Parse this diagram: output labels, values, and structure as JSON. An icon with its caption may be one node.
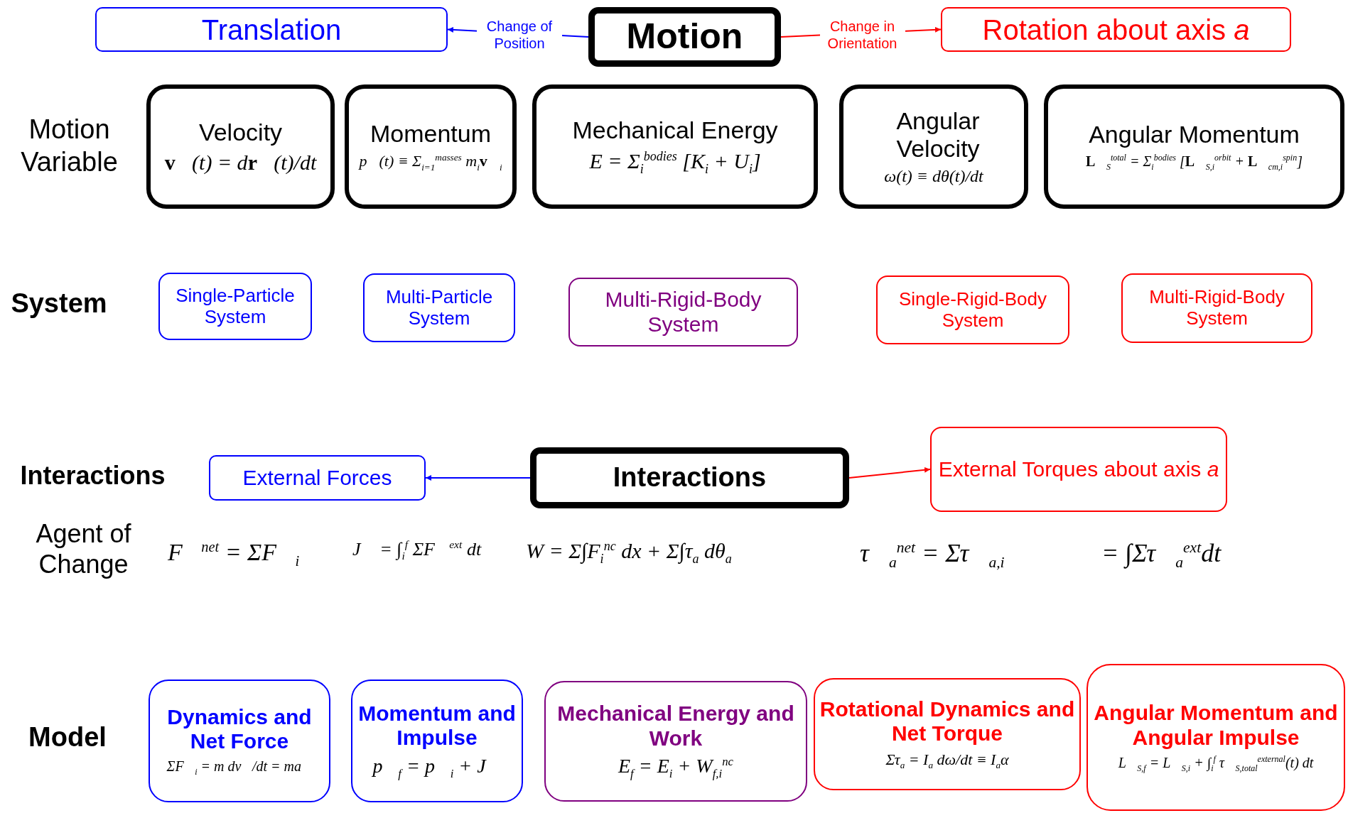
{
  "diagram": {
    "nodes": [
      {
        "text": [
          "Translation"
        ]
      },
      {
        "text": [
          "Motion"
        ]
      },
      {
        "text": [
          "Rotation about axis *a*"
        ]
      },
      {
        "text": [
          "Velocity",
          "**v⃗**(t) = d**r⃗**(t)/dt"
        ]
      },
      {
        "text": [
          "Momentum",
          "p⃗(t) ≡ Σ$_{i=1}$$^{masses}$ m$_{i}$**v⃗**$_{i}$"
        ]
      },
      {
        "text": [
          "Mechanical Energy",
          "E = Σ$_{i}$$^{bodies}$ [K$_{i}$ + U$_{i}$]"
        ]
      },
      {
        "text": [
          "Angular Velocity",
          "ω(t) ≡ dθ(t)/dt"
        ]
      },
      {
        "text": [
          "Angular Momentum",
          "**L⃗**$_{S}$$^{total}$ = Σ$_{i}$$^{bodies}$ [**L⃗**$_{S,i}$$^{orbit}$ + **L⃗**$_{cm,i}$$^{spin}$]"
        ]
      },
      {
        "text": [
          "Single-Particle System"
        ]
      },
      {
        "text": [
          "Multi-Particle System"
        ]
      },
      {
        "text": [
          "Multi-Rigid-Body System"
        ]
      },
      {
        "text": [
          "Single-Rigid-Body System"
        ]
      },
      {
        "text": [
          "Multi-Rigid-Body System"
        ]
      },
      {
        "text": [
          "External Forces"
        ]
      },
      {
        "text": [
          "Interactions"
        ]
      },
      {
        "text": [
          "External Torques about axis *a*"
        ]
      },
      {
        "text": [
          "Dynamics and Net Force",
          "ΣF⃗$_{i}$ = m dv⃗/dt = ma⃗"
        ]
      },
      {
        "text": [
          "Momentum and Impulse",
          "p⃗$_{f}$ = p⃗$_{i}$ + J⃗"
        ]
      },
      {
        "text": [
          "Mechanical Energy and Work",
          "E$_{f}$ = E$_{i}$ + W$_{f,i}$$^{nc}$"
        ]
      },
      {
        "text": [
          "Rotational Dynamics and Net Torque",
          "Στ$_{a}$ = I$_{a}$ dω/dt ≡ I$_{a}$α"
        ]
      },
      {
        "text": [
          "Angular Momentum and Angular Impulse",
          "L⃗$_{S,f}$ = L⃗$_{S,i}$ + ∫$_{i}$$^{f}$ τ⃗$_{S,total}$$^{external}$(t) dt"
        ]
      }
    ],
    "edges": [
      {
        "from": 1,
        "to": 0,
        "arrow": "to",
        "label": "Change of Position",
        "color": "#0000ff"
      },
      {
        "from": 1,
        "to": 2,
        "arrow": "to",
        "label": "Change in Orientation",
        "color": "#ff0000"
      },
      {
        "from": 14,
        "to": 13,
        "arrow": "to",
        "color": "#0000ff"
      },
      {
        "from": 14,
        "to": 15,
        "arrow": "to",
        "color": "#ff0000"
      }
    ],
    "labels": [
      "Motion Variable",
      "System",
      "Interactions",
      "Agent of Change",
      "F⃗$^{net}$ = ΣF⃗$_{i}$",
      "J⃗ = ∫$_{i}$$^{f}$ ΣF⃗$^{ext}$ dt",
      "W = Σ∫F$_{i}$$^{nc}$ dx + Σ∫τ$_{a}$ dθ$_{a}$",
      "τ⃗$_{a}$$^{net}$ = Στ⃗$_{a,i}$",
      "= ∫Στ⃗$_{a}$$^{ext}$dt",
      "Model"
    ]
  }
}
